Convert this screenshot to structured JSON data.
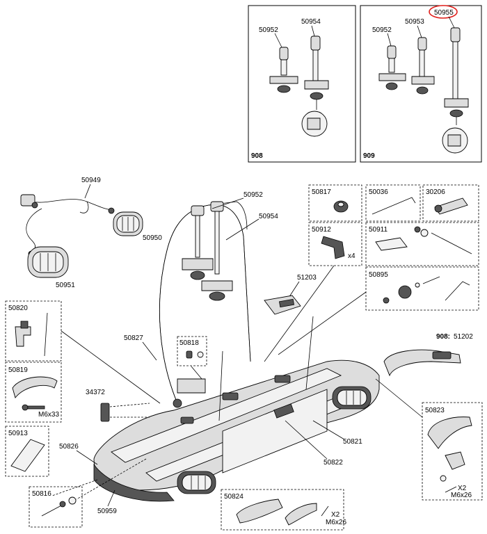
{
  "kits": {
    "left": {
      "name": "908",
      "parts": [
        "50952",
        "50954"
      ]
    },
    "right": {
      "name": "909",
      "parts": [
        "50952",
        "50953",
        "50955"
      ]
    }
  },
  "labels": {
    "p50949": "50949",
    "p50950": "50950",
    "p50951": "50951",
    "p50952": "50952",
    "p50954": "50954",
    "p51203": "51203",
    "p50827": "50827",
    "p50818": "50818",
    "p34372": "34372",
    "p50826": "50826",
    "p50959": "50959",
    "p50821": "50821",
    "p50822": "50822",
    "p51202": "51202",
    "p51202_prefix": "908:",
    "p50820": "50820",
    "p50819": "50819",
    "p50913": "50913",
    "p50816": "50816",
    "p50824": "50824",
    "p50823": "50823",
    "p50817": "50817",
    "p50036": "50036",
    "p30206": "30206",
    "p50912": "50912",
    "p50911": "50911",
    "p50895": "50895"
  },
  "notes": {
    "m6x33": "M6x33",
    "m6x26a": "M6x26",
    "m6x26b": "M6x26",
    "x2a": "X2",
    "x2b": "X2",
    "x4": "x4"
  },
  "highlight": {
    "part": "50955",
    "color": "#e0201c"
  }
}
